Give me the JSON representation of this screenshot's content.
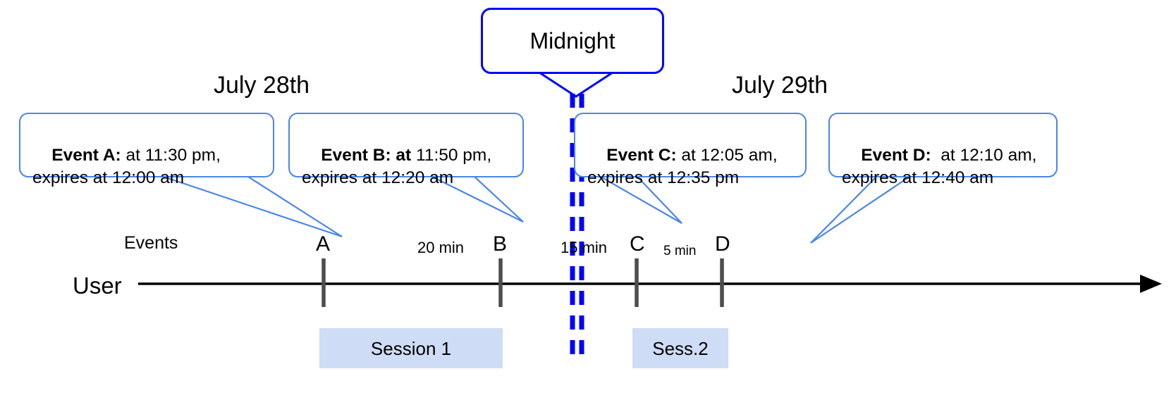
{
  "diagram": {
    "title_labels": {
      "day_left": "July 28th",
      "day_right": "July 29th",
      "midnight": "Midnight"
    },
    "axis": {
      "user_label": "User",
      "events_label": "Events"
    },
    "event_callouts": [
      {
        "id": "event-a",
        "bold_prefix": "Event A:",
        "line1_rest": " at 11:30 pm,",
        "line2": "expires at 12:00 am",
        "bold_rest": ""
      },
      {
        "id": "event-b",
        "bold_prefix": "Event B: at",
        "line1_rest": " 11:50 pm,",
        "line2": "expires at 12:20 am",
        "bold_rest": ""
      },
      {
        "id": "event-c",
        "bold_prefix": "Event C:",
        "line1_rest": " at 12:05 am,",
        "line2": "expires at 12:35 pm",
        "bold_rest": ""
      },
      {
        "id": "event-d",
        "bold_prefix": "Event D:",
        "line1_rest": "  at 12:10 am,",
        "line2": "expires at 12:40 am",
        "bold_rest": ""
      }
    ],
    "ticks": [
      {
        "letter": "A"
      },
      {
        "letter": "B"
      },
      {
        "letter": "C"
      },
      {
        "letter": "D"
      }
    ],
    "gaps": [
      {
        "label": "20 min"
      },
      {
        "label": "15 min"
      },
      {
        "label": "5 min"
      }
    ],
    "sessions": [
      {
        "label": "Session 1"
      },
      {
        "label": "Sess.2"
      }
    ],
    "colors": {
      "callout_border": "#4a86e8",
      "midnight_border": "#0000ff",
      "session_fill": "#cfdcf5",
      "axis": "#000000",
      "tick_mark": "#4d4d4d"
    }
  }
}
